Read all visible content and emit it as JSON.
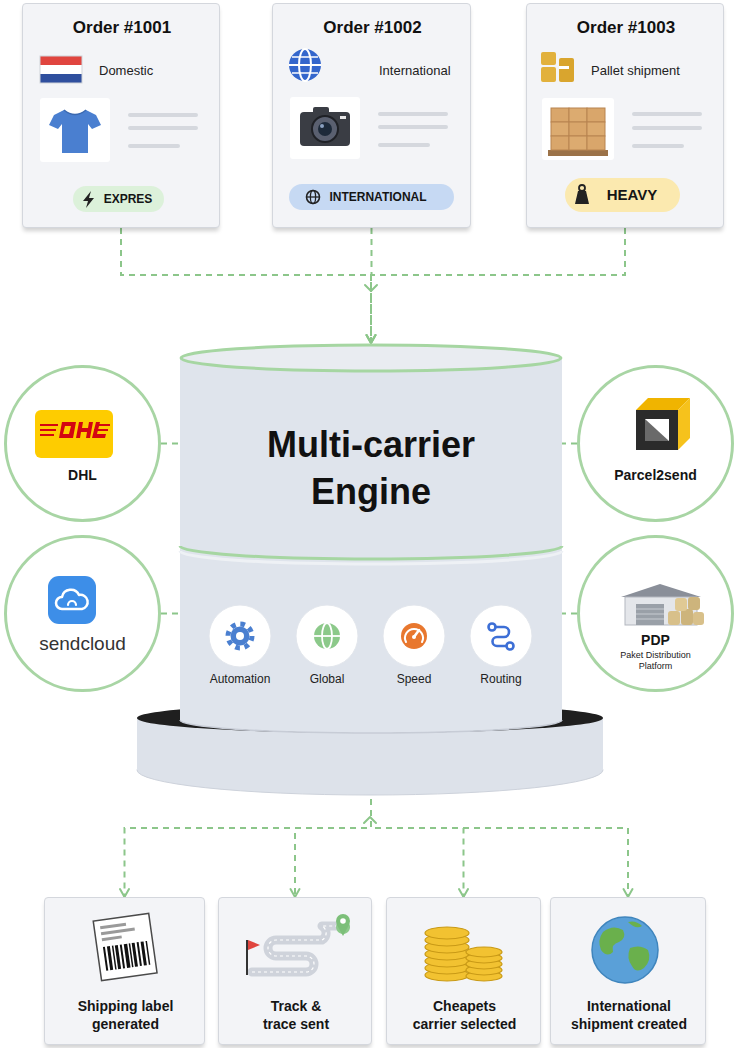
{
  "diagram": {
    "nodes": [
      {
        "text": [
          "Order #1001",
          "Domestic"
        ]
      },
      {
        "text": [
          "EXPRES"
        ],
        "in": 0
      },
      {
        "text": [
          "Order #1002",
          "International"
        ]
      },
      {
        "text": [
          "INTERNATIONAL"
        ],
        "in": 2
      },
      {
        "text": [
          "Order #1003",
          "Pallet shipment"
        ]
      },
      {
        "text": [
          "HEAVY"
        ],
        "in": 4
      },
      {
        "text": [
          "DHL"
        ]
      },
      {
        "text": [
          "Multi-carrier Engine"
        ]
      },
      {
        "text": [
          "Automation"
        ],
        "in": 7
      },
      {
        "text": [
          "Global"
        ],
        "in": 7
      },
      {
        "text": [
          "Speed"
        ],
        "in": 7
      },
      {
        "text": [
          "Routing"
        ],
        "in": 7
      },
      {
        "text": [
          "Parcel2send"
        ]
      },
      {
        "text": [
          "sendcloud"
        ]
      },
      {
        "text": [
          "PDP",
          "Paket Distribution Platform"
        ]
      },
      {
        "text": [
          "Shipping label generated"
        ]
      },
      {
        "text": [
          "Track & trace sent"
        ]
      },
      {
        "text": [
          "Cheapets carrier selected"
        ]
      },
      {
        "text": [
          "International shipment created"
        ]
      }
    ],
    "edges": [
      {
        "from": 0,
        "to": 7,
        "arrow": "to"
      },
      {
        "from": 2,
        "to": 7,
        "arrow": "to"
      },
      {
        "from": 4,
        "to": 7,
        "arrow": "to"
      },
      {
        "from": 6,
        "to": 7,
        "arrow": "none"
      },
      {
        "from": 12,
        "to": 7,
        "arrow": "none"
      },
      {
        "from": 13,
        "to": 7,
        "arrow": "none"
      },
      {
        "from": 14,
        "to": 7,
        "arrow": "none"
      },
      {
        "from": 7,
        "to": 15,
        "arrow": "to"
      },
      {
        "from": 7,
        "to": 16,
        "arrow": "to"
      },
      {
        "from": 7,
        "to": 17,
        "arrow": "to"
      },
      {
        "from": 7,
        "to": 18,
        "arrow": "to"
      }
    ]
  }
}
